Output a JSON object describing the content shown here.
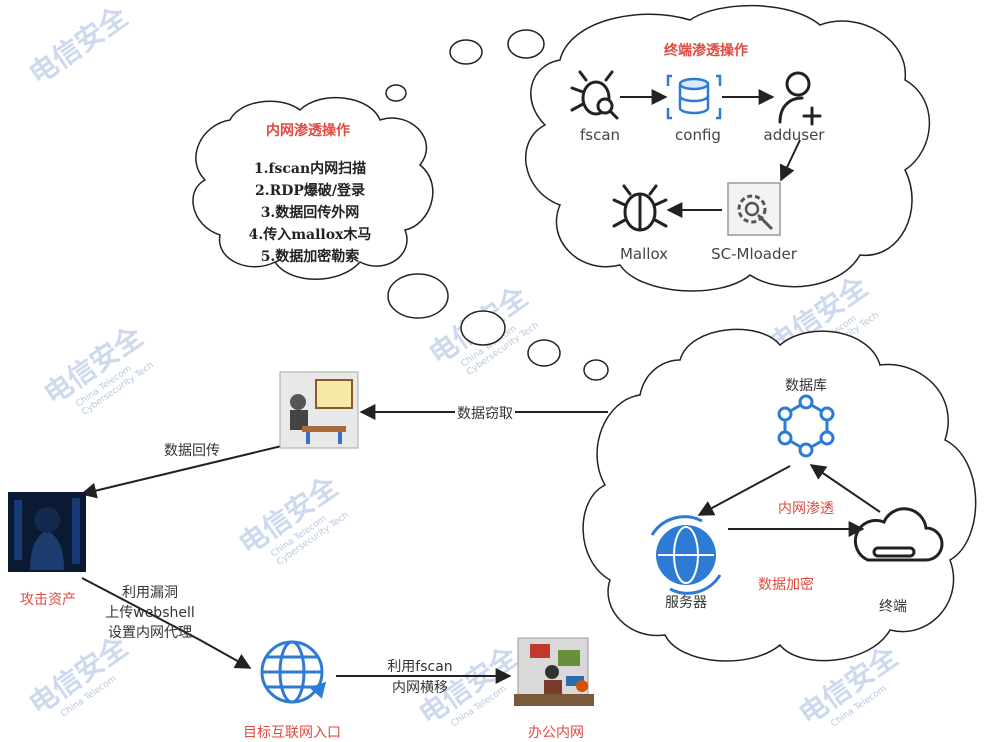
{
  "watermark": {
    "brand": "电信安全",
    "sub1": "China Telecom",
    "sub2": "Cybersecurity Tech"
  },
  "terminal_cloud": {
    "title": "终端渗透操作",
    "nodes": {
      "fscan": "fscan",
      "config": "config",
      "adduser": "adduser",
      "mallox": "Mallox",
      "scmloader": "SC-Mloader"
    }
  },
  "intranet_cloud": {
    "title": "内网渗透操作",
    "steps": [
      "1.fscan内网扫描",
      "2.RDP爆破/登录",
      "3.数据回传外网",
      "4.传入mallox木马",
      "5.数据加密勒索"
    ]
  },
  "victim_cloud": {
    "database": "数据库",
    "server": "服务器",
    "endpoint": "终端",
    "intranet_pen": "内网渗透",
    "data_encrypt": "数据加密"
  },
  "edges": {
    "data_theft": "数据窃取",
    "data_return": "数据回传",
    "exploit_lines": [
      "利用漏洞",
      "上传webshell",
      "设置内网代理"
    ],
    "fscan_lines": [
      "利用fscan",
      "内网横移"
    ]
  },
  "nodes": {
    "attacker": "攻击资产",
    "target_entry": "目标互联网入口",
    "office": "办公内网"
  }
}
